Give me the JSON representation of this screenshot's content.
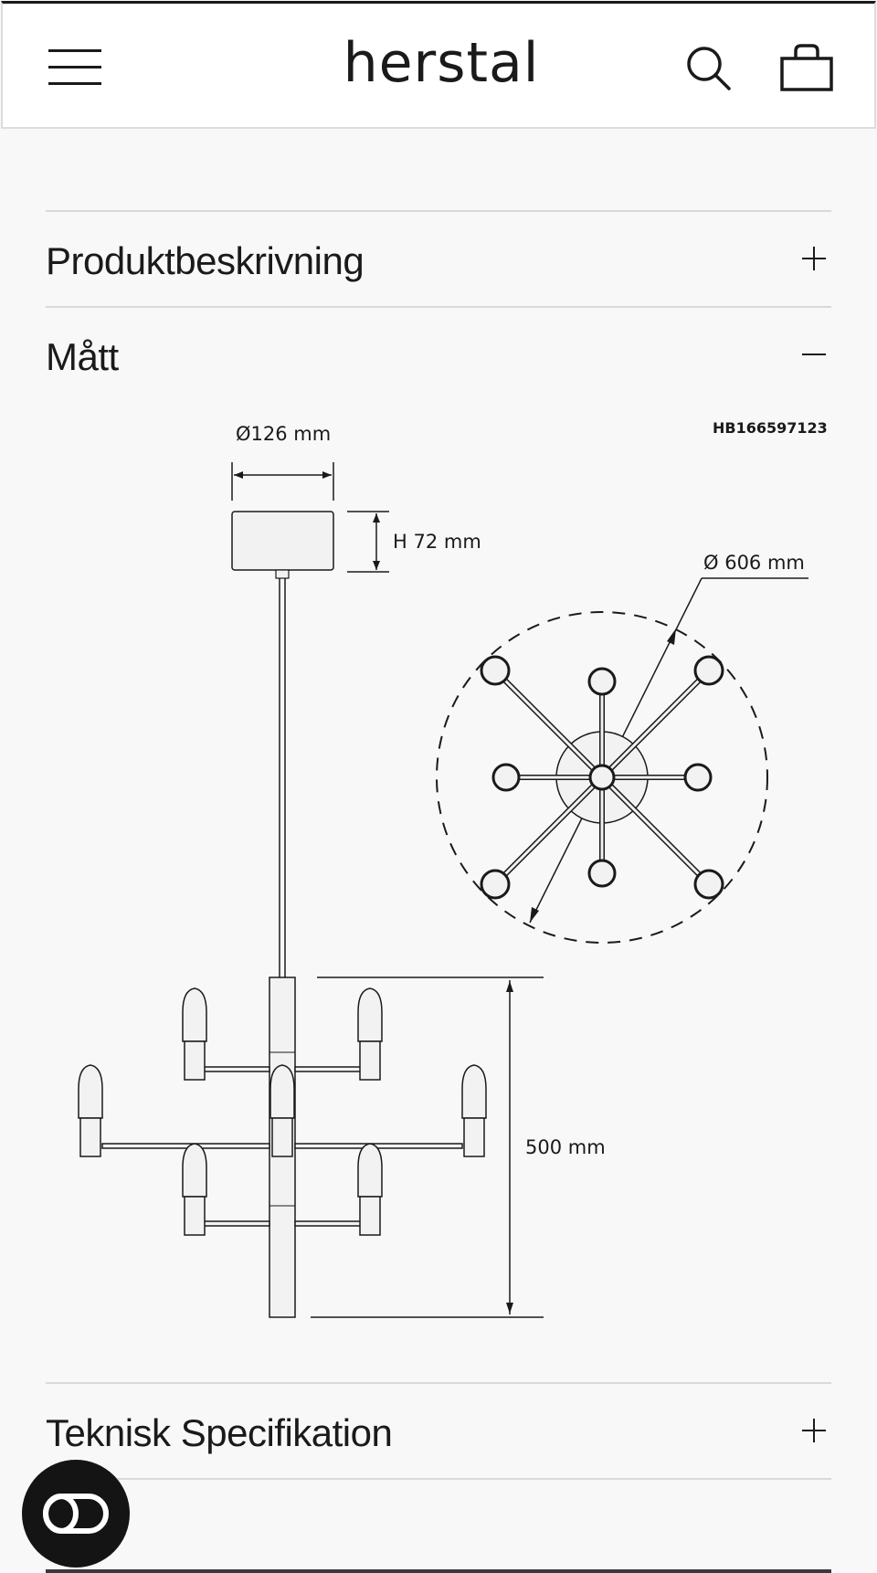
{
  "header": {
    "logo": "herstal"
  },
  "accordion": {
    "items": [
      {
        "title": "Produktbeskrivning",
        "state": "collapsed"
      },
      {
        "title": "Mått",
        "state": "expanded"
      },
      {
        "title": "Teknisk Specifikation",
        "state": "collapsed"
      }
    ]
  },
  "drawing": {
    "product_code": "HB166597123",
    "canopy_diameter": "Ø126 mm",
    "canopy_height": "H 72 mm",
    "overall_diameter": "Ø 606 mm",
    "height": "500 mm"
  },
  "icons": {
    "menu": "hamburger-menu-icon",
    "search": "search-icon",
    "cart": "shopping-bag-icon",
    "chat": "chat-icon"
  }
}
